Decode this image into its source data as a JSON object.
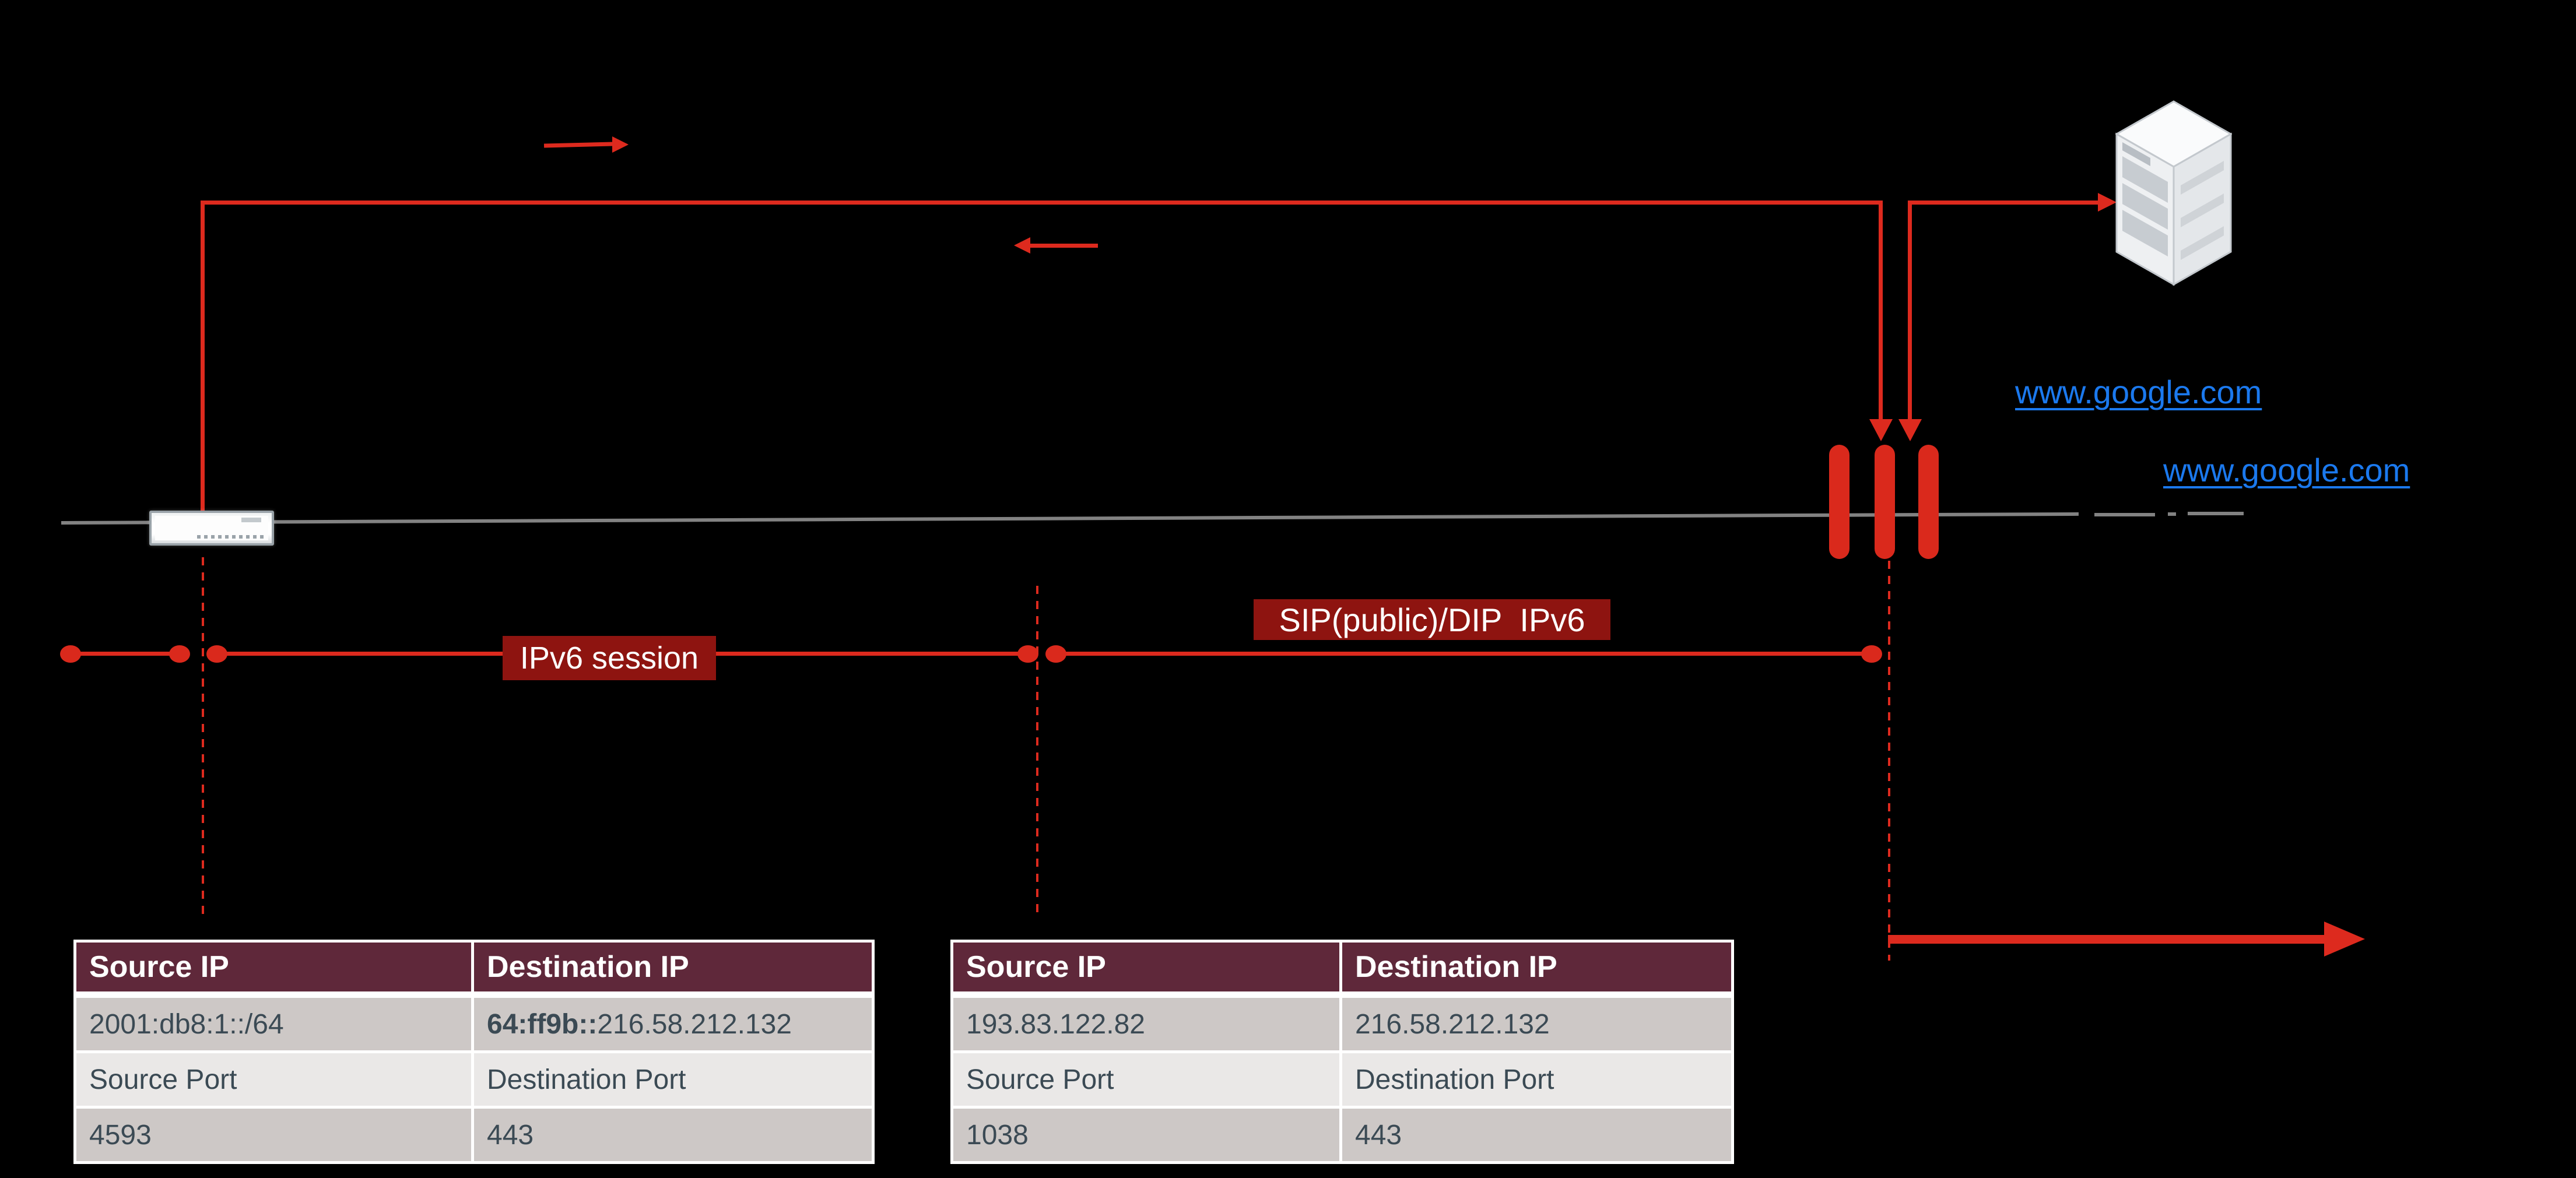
{
  "diagram": {
    "ipv6_session_label": "IPv6 session",
    "sip_dip_label": "SIP(public)/DIP  IPv6",
    "server_link_1": "www.google.com",
    "server_link_2": "www.google.com"
  },
  "colors": {
    "background": "#000000",
    "flow_red": "#dd2a1e",
    "label_red_bg": "#8e1410",
    "table_header_bg": "#5f283a",
    "table_row_gray": "#cdc8c6",
    "table_row_light": "#eae8e7",
    "table_text": "#3b4a54",
    "alert_red_text": "#f5180a",
    "link_blue": "#1b79ee",
    "wire_gray": "#828282"
  },
  "tables": [
    {
      "headers": [
        "Source IP",
        "Destination IP"
      ],
      "rows": [
        {
          "cells": [
            {
              "text": "2001:db8:1::/64"
            },
            {
              "bold_prefix": "64:ff9b::",
              "text": "216.58.212.132"
            }
          ]
        },
        {
          "cells": [
            {
              "text": "Source Port"
            },
            {
              "text": "Destination Port"
            }
          ]
        },
        {
          "cells": [
            {
              "text": "4593"
            },
            {
              "text": "443"
            }
          ]
        }
      ]
    },
    {
      "headers": [
        "Source IP",
        "Destination IP"
      ],
      "rows": [
        {
          "cells": [
            {
              "text": "193.83.122.82",
              "color": "red"
            },
            {
              "text": "216.58.212.132"
            }
          ]
        },
        {
          "cells": [
            {
              "text": "Source Port"
            },
            {
              "text": "Destination Port"
            }
          ]
        },
        {
          "cells": [
            {
              "text": "1038",
              "color": "red"
            },
            {
              "text": "443"
            }
          ]
        }
      ]
    }
  ]
}
